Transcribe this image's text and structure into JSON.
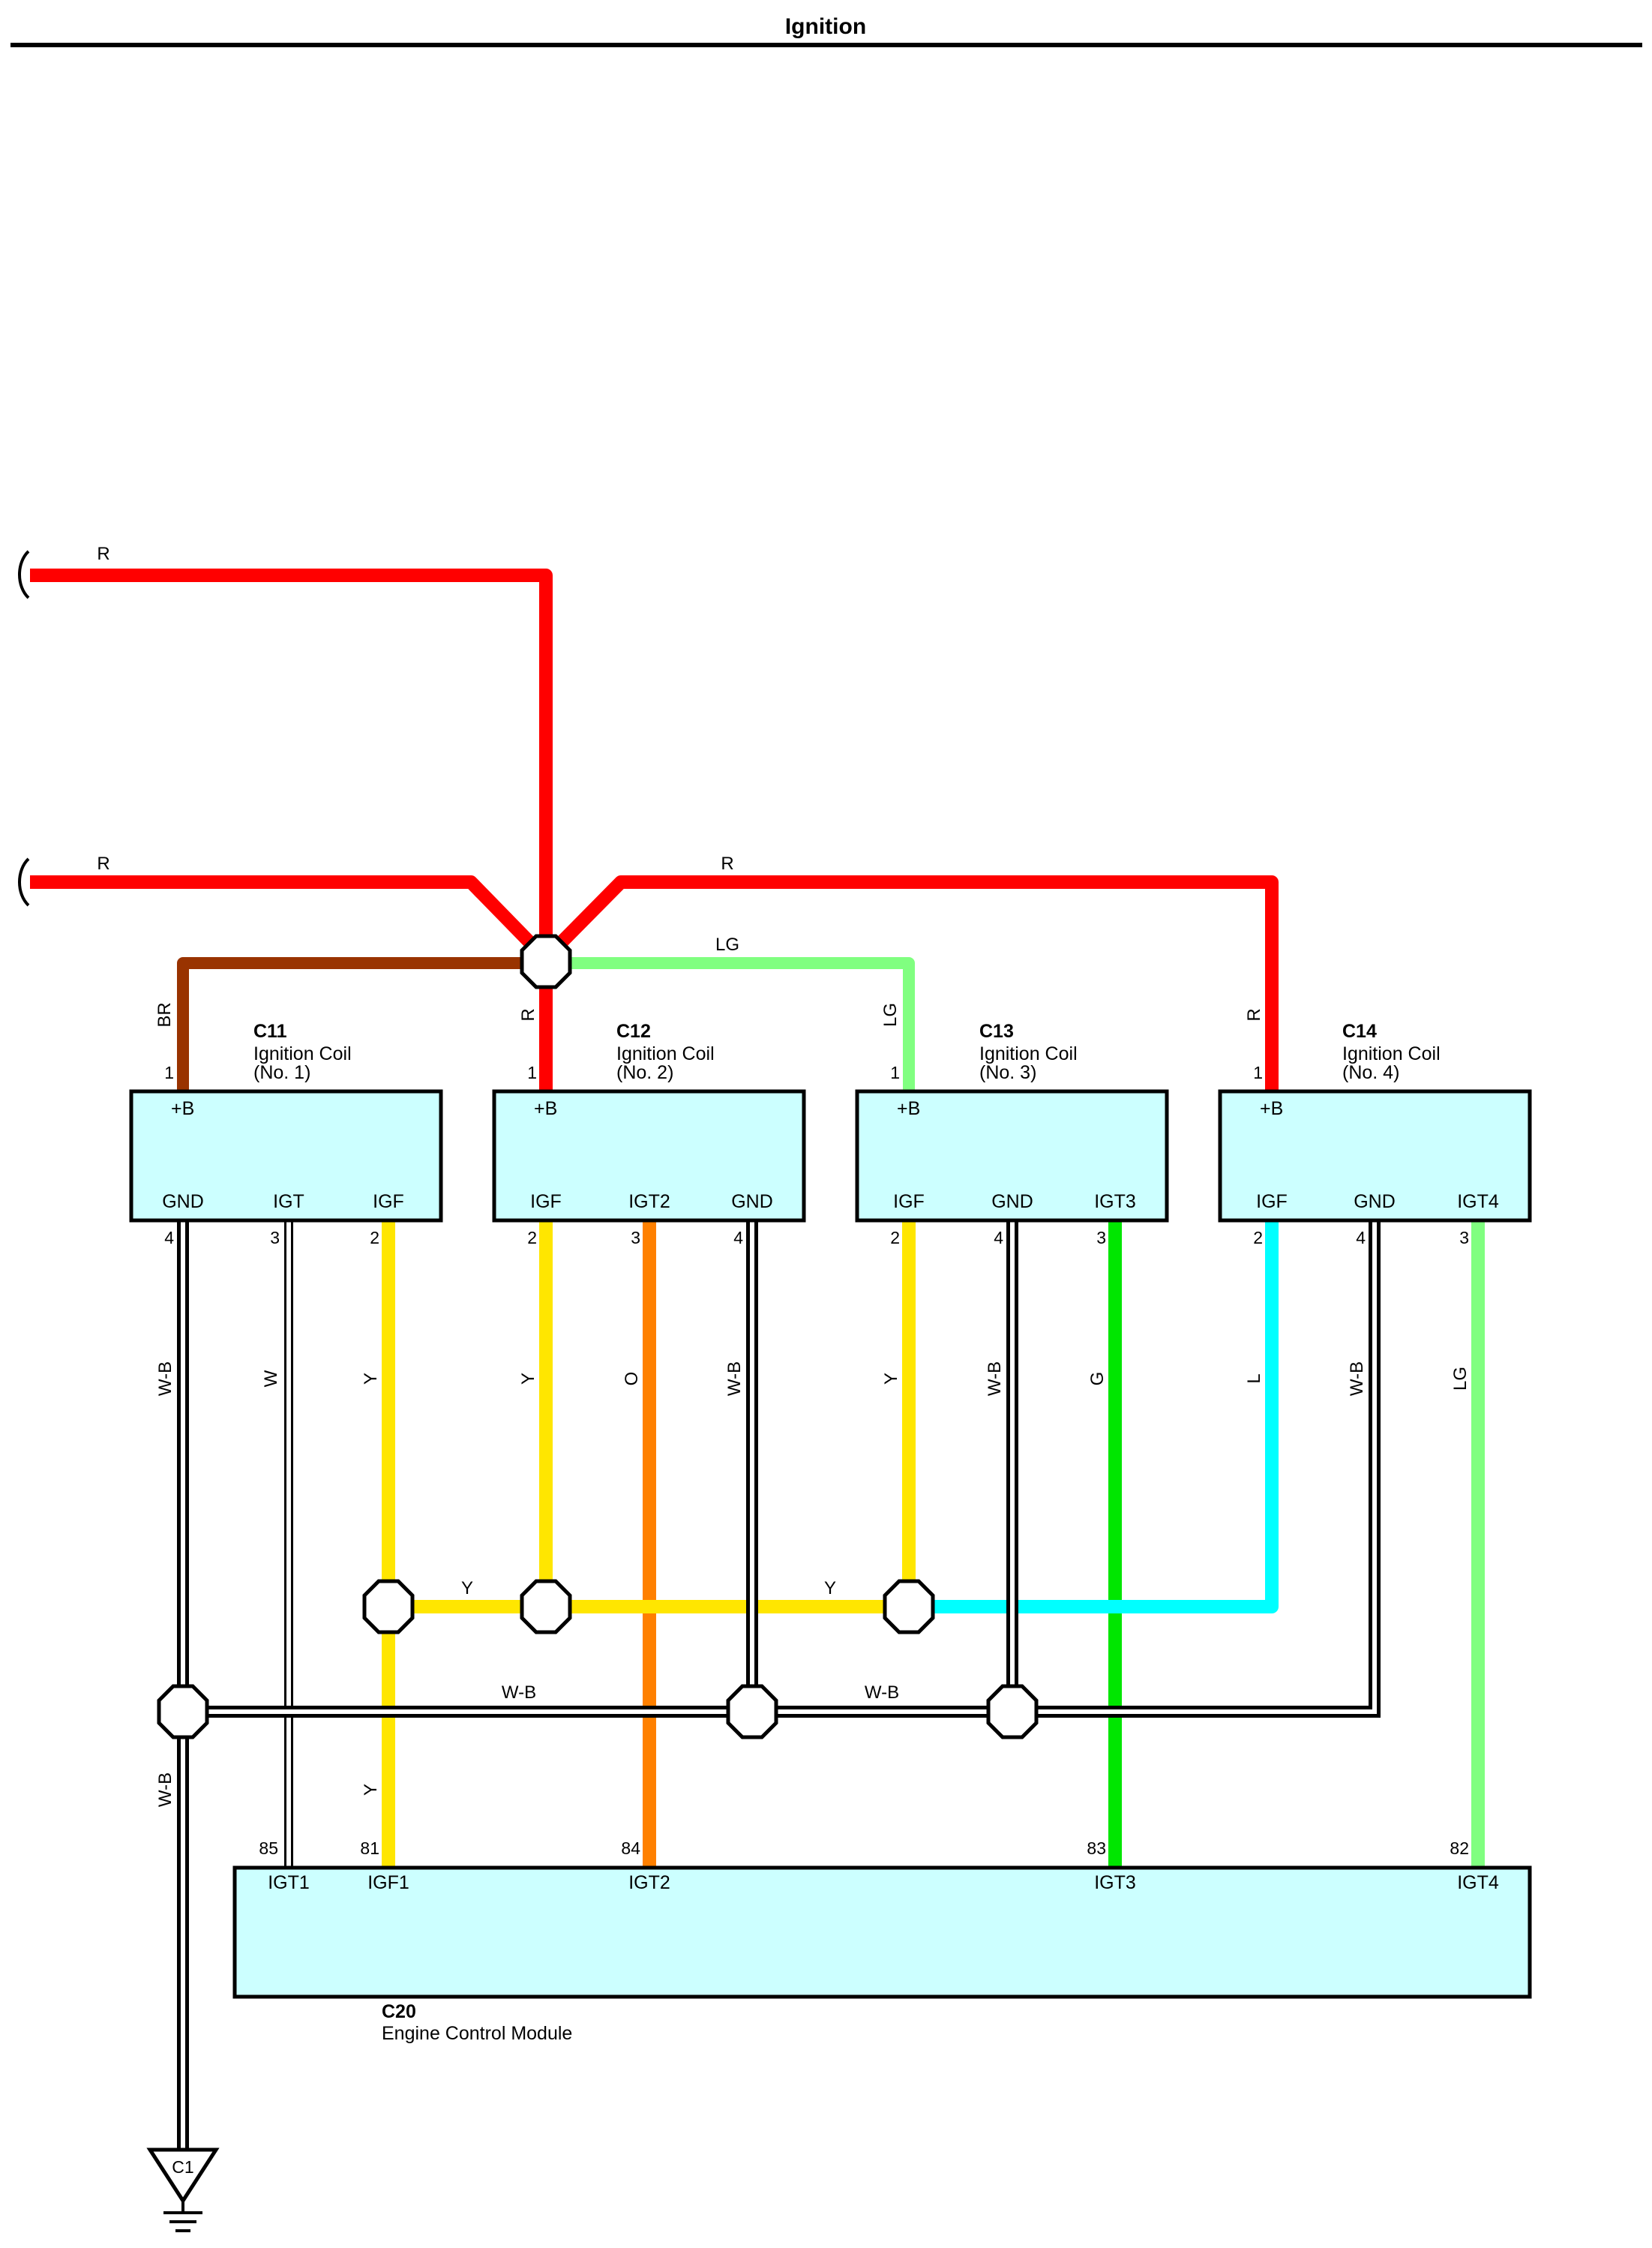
{
  "title": "Ignition",
  "colors": {
    "R": "#ff0000",
    "BR": "#993300",
    "LG": "#80ff80",
    "Y": "#ffe600",
    "O": "#ff8000",
    "G": "#00e600",
    "L": "#00ffff",
    "W": "#ffffff",
    "box_fill": "#ccffff"
  },
  "top_wires": [
    {
      "label": "R"
    },
    {
      "label": "R"
    },
    {
      "label": "R"
    },
    {
      "label": "LG"
    }
  ],
  "drop_wires": [
    {
      "label": "BR",
      "pin": "1"
    },
    {
      "label": "R",
      "pin": "1"
    },
    {
      "label": "LG",
      "pin": "1"
    },
    {
      "label": "R",
      "pin": "1"
    }
  ],
  "coils": [
    {
      "id": "C11",
      "name": "Ignition Coil",
      "sub": "(No. 1)",
      "top": "+B",
      "terms": [
        "GND",
        "IGT",
        "IGF"
      ],
      "pins": [
        "4",
        "3",
        "2"
      ],
      "wires": [
        "W-B",
        "W",
        "Y"
      ]
    },
    {
      "id": "C12",
      "name": "Ignition Coil",
      "sub": "(No. 2)",
      "top": "+B",
      "terms": [
        "IGF",
        "IGT2",
        "GND"
      ],
      "pins": [
        "2",
        "3",
        "4"
      ],
      "wires": [
        "Y",
        "O",
        "W-B"
      ]
    },
    {
      "id": "C13",
      "name": "Ignition Coil",
      "sub": "(No. 3)",
      "top": "+B",
      "terms": [
        "IGF",
        "GND",
        "IGT3"
      ],
      "pins": [
        "2",
        "4",
        "3"
      ],
      "wires": [
        "Y",
        "W-B",
        "G"
      ]
    },
    {
      "id": "C14",
      "name": "Ignition Coil",
      "sub": "(No. 4)",
      "top": "+B",
      "terms": [
        "IGF",
        "GND",
        "IGT4"
      ],
      "pins": [
        "2",
        "4",
        "3"
      ],
      "wires": [
        "L",
        "W-B",
        "LG"
      ]
    }
  ],
  "bus_labels": {
    "y1": "Y",
    "y2": "Y",
    "wb1": "W-B",
    "wb2": "W-B",
    "y_lower": "Y",
    "wb_lower": "W-B"
  },
  "ecm": {
    "id": "C20",
    "name": "Engine Control Module",
    "terms": [
      "IGT1",
      "IGF1",
      "IGT2",
      "IGT3",
      "IGT4"
    ],
    "pins": [
      "85",
      "81",
      "84",
      "83",
      "82"
    ]
  },
  "ground": {
    "label": "C1"
  }
}
